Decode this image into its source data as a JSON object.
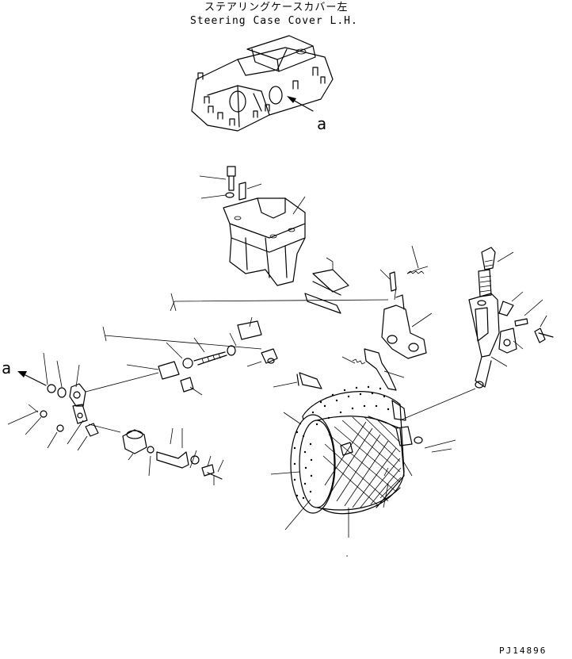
{
  "title_jp": "ステアリングケースカバー左",
  "title_en": "Steering Case Cover L.H.",
  "callout_top": "a",
  "callout_left": "a",
  "drawing_number": "PJ14896"
}
